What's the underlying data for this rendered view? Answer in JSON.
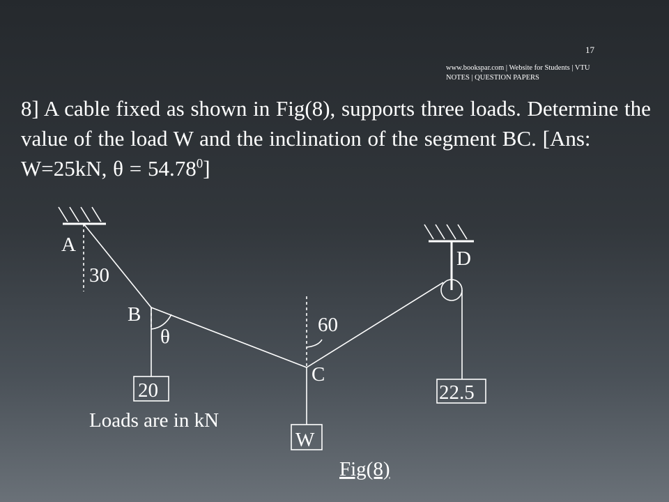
{
  "slide": {
    "number": "17",
    "watermark": "www.bookspar.com | Website for Students | VTU NOTES | QUESTION PAPERS"
  },
  "problem": {
    "text": "8] A cable fixed as shown in Fig(8), supports three loads. Determine the value of  the load W and the inclination  of the segment BC. [Ans: W=25kN, θ = 54.78",
    "superscript": "0",
    "closing": "]"
  },
  "figure": {
    "points": {
      "A": "A",
      "B": "B",
      "C": "C",
      "D": "D"
    },
    "angles": {
      "at_A": "30",
      "at_C": "60",
      "theta": "θ"
    },
    "loads": {
      "at_B": "20",
      "at_C": "W",
      "at_D": "22.5"
    },
    "loads_note": "Loads are in kN",
    "caption": "Fig(8)"
  },
  "colors": {
    "text": "#ffffff",
    "lines": "#ffffff",
    "background_top": "#25292d",
    "background_bottom": "#6a7178"
  }
}
